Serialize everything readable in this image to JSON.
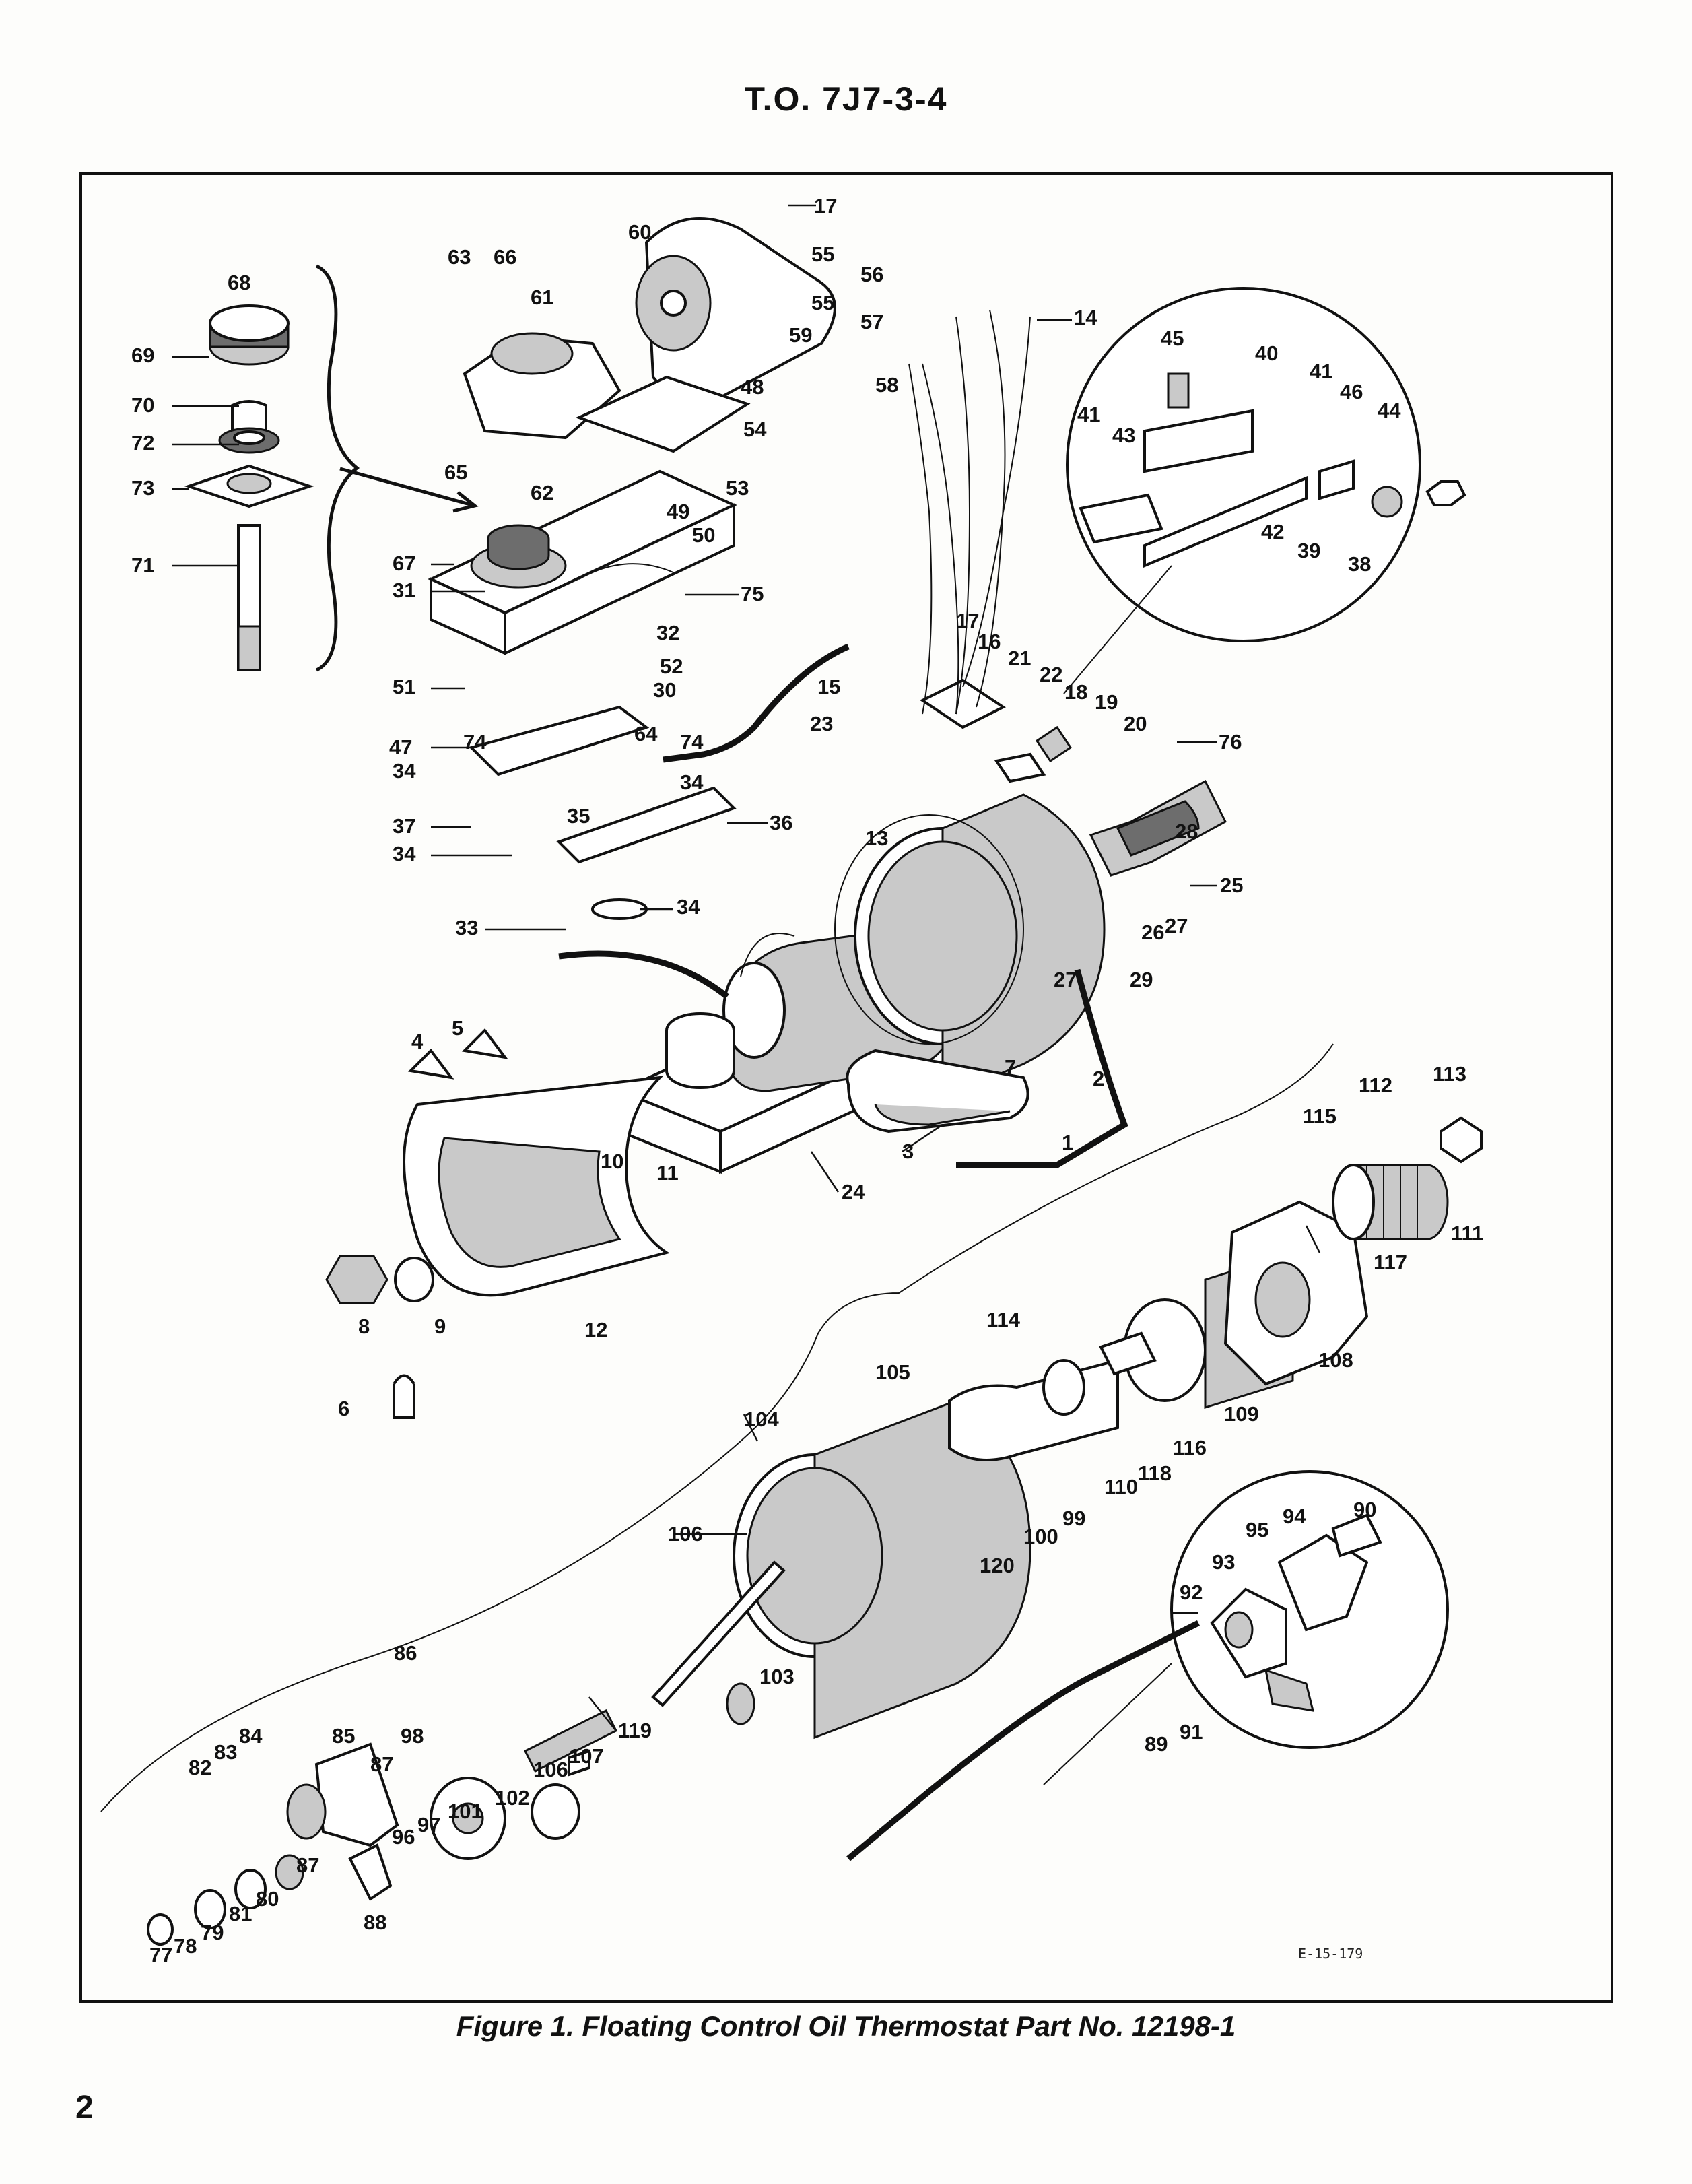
{
  "header": {
    "doc_id": "T.O. 7J7-3-4"
  },
  "figure": {
    "caption": "Figure 1. Floating Control Oil Thermostat Part No. 12198-1",
    "drawing_number": "E-15-179",
    "callouts": [
      "1",
      "2",
      "3",
      "4",
      "5",
      "6",
      "7",
      "8",
      "9",
      "10",
      "11",
      "12",
      "13",
      "14",
      "15",
      "16",
      "17",
      "18",
      "19",
      "20",
      "21",
      "22",
      "23",
      "24",
      "25",
      "26",
      "27",
      "28",
      "29",
      "30",
      "31",
      "32",
      "33",
      "34",
      "35",
      "36",
      "37",
      "38",
      "39",
      "40",
      "41",
      "42",
      "43",
      "44",
      "45",
      "46",
      "47",
      "48",
      "49",
      "50",
      "51",
      "52",
      "53",
      "54",
      "55",
      "56",
      "57",
      "58",
      "59",
      "60",
      "61",
      "62",
      "63",
      "64",
      "65",
      "66",
      "67",
      "68",
      "69",
      "70",
      "71",
      "72",
      "73",
      "74",
      "75",
      "76",
      "77",
      "78",
      "79",
      "80",
      "81",
      "82",
      "83",
      "84",
      "85",
      "86",
      "87",
      "88",
      "89",
      "90",
      "91",
      "92",
      "93",
      "94",
      "95",
      "96",
      "97",
      "98",
      "99",
      "100",
      "101",
      "102",
      "103",
      "104",
      "105",
      "106",
      "107",
      "108",
      "109",
      "110",
      "111",
      "112",
      "113",
      "114",
      "115",
      "116",
      "117",
      "118",
      "119",
      "120"
    ]
  },
  "footer": {
    "page_number": "2"
  }
}
